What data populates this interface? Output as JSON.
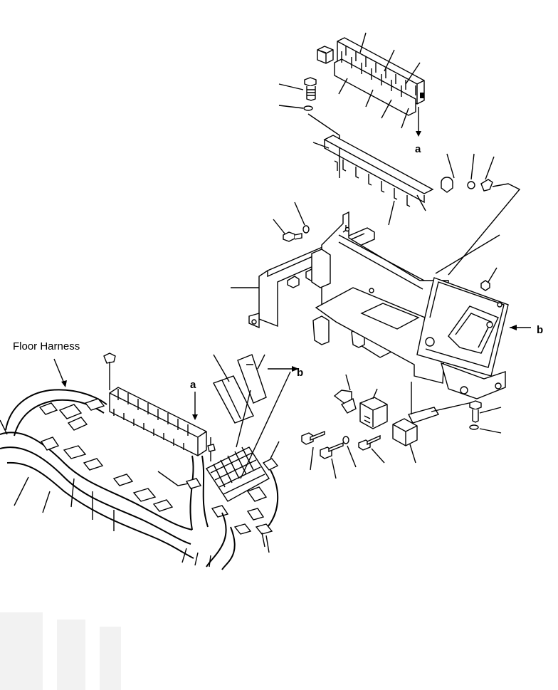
{
  "diagram": {
    "labels": {
      "floor_harness": "Floor Harness",
      "callout_a_top": "a",
      "callout_a_bottom": "a",
      "callout_b_right": "b",
      "callout_b_left": "b"
    }
  }
}
